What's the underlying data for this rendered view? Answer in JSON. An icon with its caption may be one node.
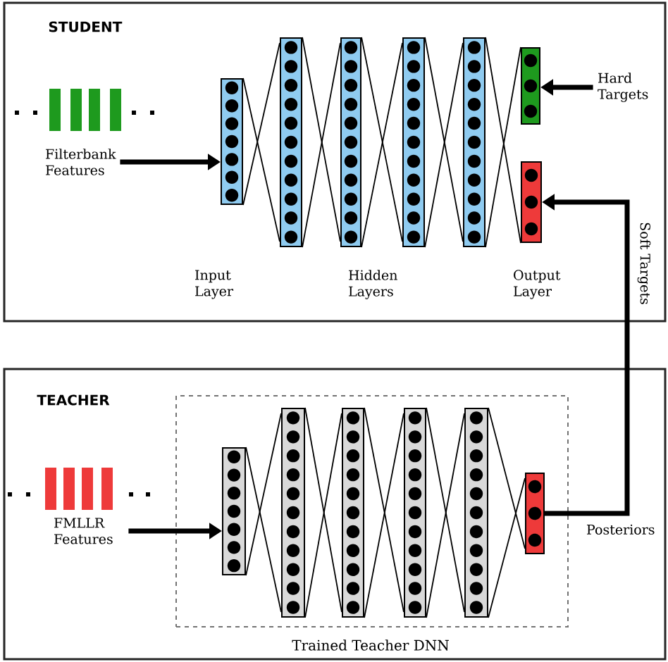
{
  "diagram": {
    "nodes": [
      {
        "text": [
          "STUDENT"
        ]
      },
      {
        "text": [
          "Filterbank Features"
        ],
        "in": 0
      },
      {
        "text": [],
        "shape": "bar",
        "in": 0
      },
      {
        "text": [],
        "shape": "bar",
        "in": 0
      },
      {
        "text": [],
        "shape": "bar",
        "in": 0
      },
      {
        "text": [],
        "shape": "bar",
        "in": 0
      },
      {
        "text": [],
        "shape": "bar",
        "in": 0
      },
      {
        "text": [],
        "shape": "bar",
        "in": 0
      },
      {
        "text": [],
        "shape": "bar",
        "in": 0
      },
      {
        "text": [
          "Hard Targets"
        ],
        "in": 0
      },
      {
        "text": [
          "TEACHER"
        ]
      },
      {
        "text": [
          "Trained Teacher DNN"
        ],
        "in": 10
      },
      {
        "text": [
          "FMLLR Features"
        ],
        "in": 10
      },
      {
        "text": [],
        "shape": "bar",
        "in": 11
      },
      {
        "text": [],
        "shape": "bar",
        "in": 11
      },
      {
        "text": [],
        "shape": "bar",
        "in": 11
      },
      {
        "text": [],
        "shape": "bar",
        "in": 11
      },
      {
        "text": [],
        "shape": "bar",
        "in": 11
      },
      {
        "text": [],
        "shape": "bar",
        "in": 11
      }
    ],
    "edges": [
      {
        "from": 1,
        "to": 2,
        "arrow": "to",
        "style": "thick"
      },
      {
        "from": 2,
        "to": 3,
        "arrow": "none"
      },
      {
        "from": 2,
        "to": 3,
        "arrow": "none"
      },
      {
        "from": 3,
        "to": 4,
        "arrow": "none"
      },
      {
        "from": 3,
        "to": 4,
        "arrow": "none"
      },
      {
        "from": 4,
        "to": 5,
        "arrow": "none"
      },
      {
        "from": 4,
        "to": 5,
        "arrow": "none"
      },
      {
        "from": 5,
        "to": 6,
        "arrow": "none"
      },
      {
        "from": 5,
        "to": 6,
        "arrow": "none"
      },
      {
        "from": 6,
        "to": 7,
        "arrow": "none"
      },
      {
        "from": 6,
        "to": 8,
        "arrow": "none"
      },
      {
        "from": 9,
        "to": 7,
        "arrow": "to",
        "style": "thick"
      },
      {
        "from": 18,
        "to": 8,
        "arrow": "to",
        "style": "thick",
        "label": "Soft Targets"
      },
      {
        "from": 12,
        "to": 13,
        "arrow": "to",
        "style": "thick"
      },
      {
        "from": 13,
        "to": 14,
        "arrow": "none"
      },
      {
        "from": 13,
        "to": 14,
        "arrow": "none"
      },
      {
        "from": 14,
        "to": 15,
        "arrow": "none"
      },
      {
        "from": 14,
        "to": 15,
        "arrow": "none"
      },
      {
        "from": 15,
        "to": 16,
        "arrow": "none"
      },
      {
        "from": 15,
        "to": 16,
        "arrow": "none"
      },
      {
        "from": 16,
        "to": 17,
        "arrow": "none"
      },
      {
        "from": 16,
        "to": 17,
        "arrow": "none"
      },
      {
        "from": 17,
        "to": 18,
        "arrow": "none"
      },
      {
        "from": 17,
        "to": 18,
        "arrow": "none"
      }
    ],
    "labels": [
      "Input Layer",
      "Hidden Layers",
      "Output Layer",
      "Posteriors"
    ]
  }
}
